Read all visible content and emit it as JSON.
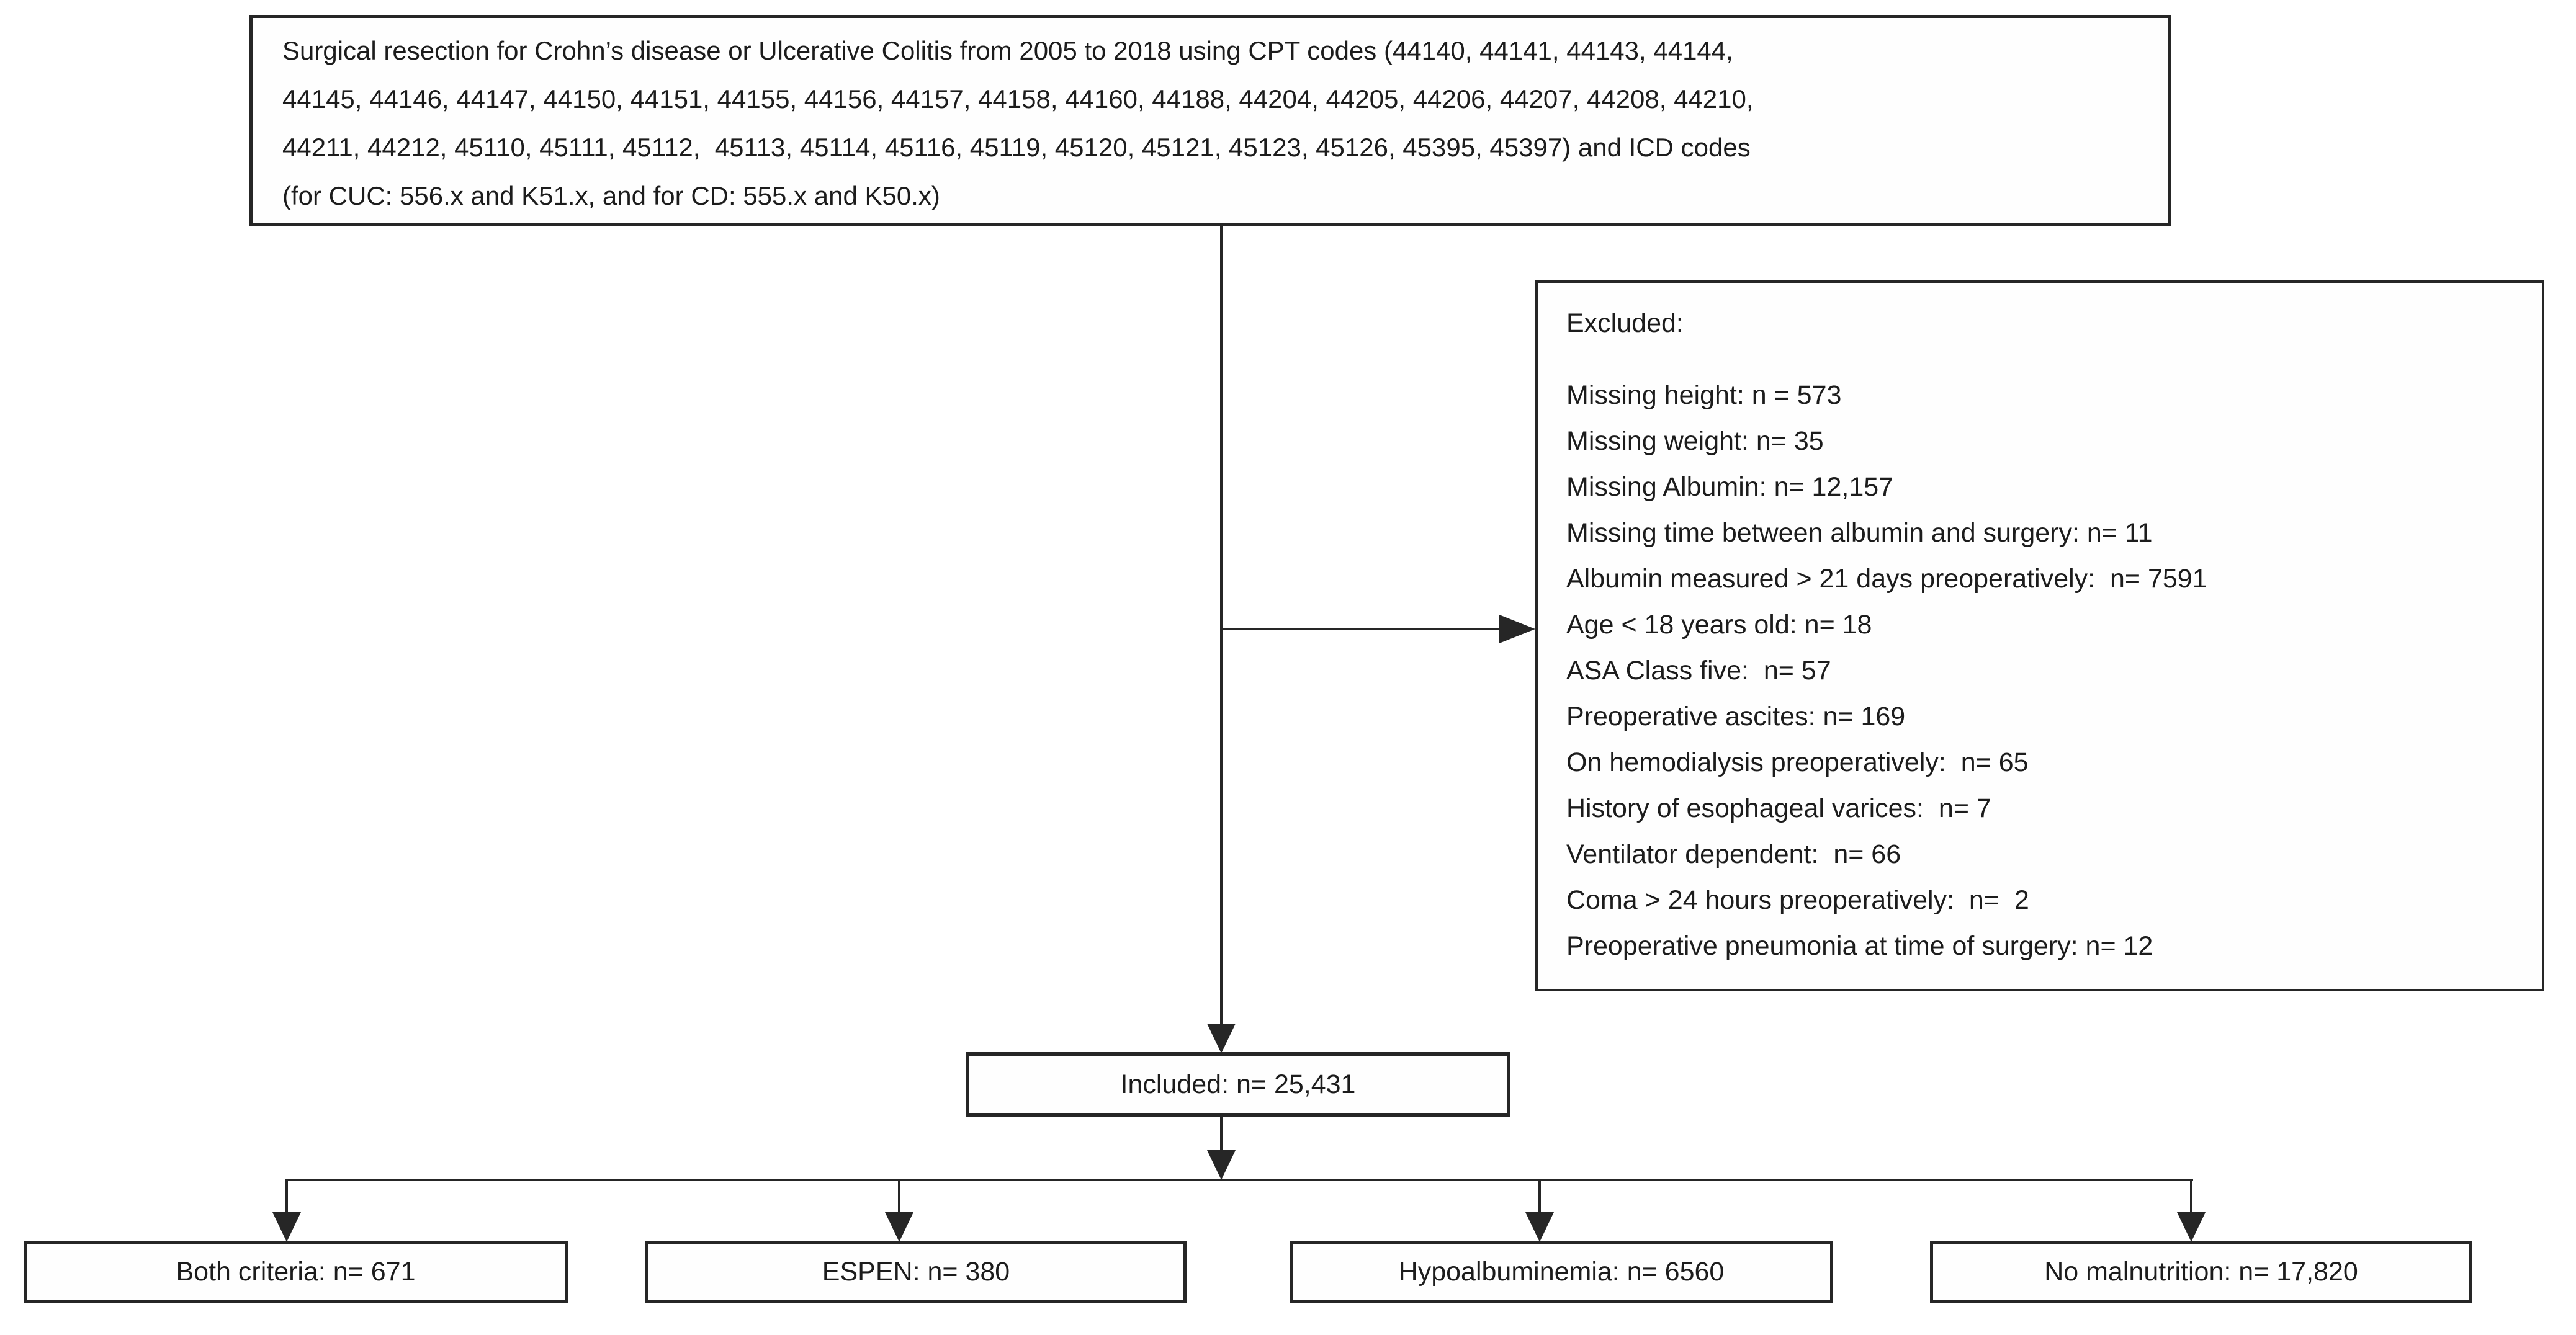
{
  "diagram": {
    "title_semantic": "Study inclusion and exclusion flow diagram",
    "colors": {
      "background": "#ffffff",
      "line": "#262626",
      "text": "#1c1c1c"
    },
    "top_box": {
      "lines": [
        "Surgical resection for Crohn’s disease or Ulcerative Colitis from 2005 to 2018 using CPT codes (44140, 44141, 44143, 44144,",
        "44145, 44146, 44147, 44150, 44151, 44155, 44156, 44157, 44158, 44160, 44188, 44204, 44205, 44206, 44207, 44208, 44210,",
        "44211, 44212, 45110, 45111, 45112,  45113, 45114, 45116, 45119, 45120, 45121, 45123, 45126, 45395, 45397) and ICD codes",
        "(for CUC: 556.x and K51.x, and for CD: 555.x and K50.x)"
      ]
    },
    "excluded_box": {
      "title": "Excluded:",
      "items": [
        "Missing height: n = 573",
        "Missing weight: n= 35",
        "Missing Albumin: n= 12,157",
        "Missing time between albumin and surgery: n= 11",
        "Albumin measured > 21 days preoperatively:  n= 7591",
        "Age < 18 years old: n= 18",
        "ASA Class five:  n= 57",
        "Preoperative ascites: n= 169",
        "On hemodialysis preoperatively:  n= 65",
        "History of esophageal varices:  n= 7",
        "Ventilator dependent:  n= 66",
        "Coma > 24 hours preoperatively:  n=  2",
        "Preoperative pneumonia at time of surgery: n= 12"
      ]
    },
    "included_box": {
      "label": "Included: n= 25,431"
    },
    "outcome_boxes": [
      {
        "label": "Both criteria: n= 671"
      },
      {
        "label": "ESPEN: n= 380"
      },
      {
        "label": "Hypoalbuminemia: n= 6560"
      },
      {
        "label": "No malnutrition: n= 17,820"
      }
    ]
  }
}
